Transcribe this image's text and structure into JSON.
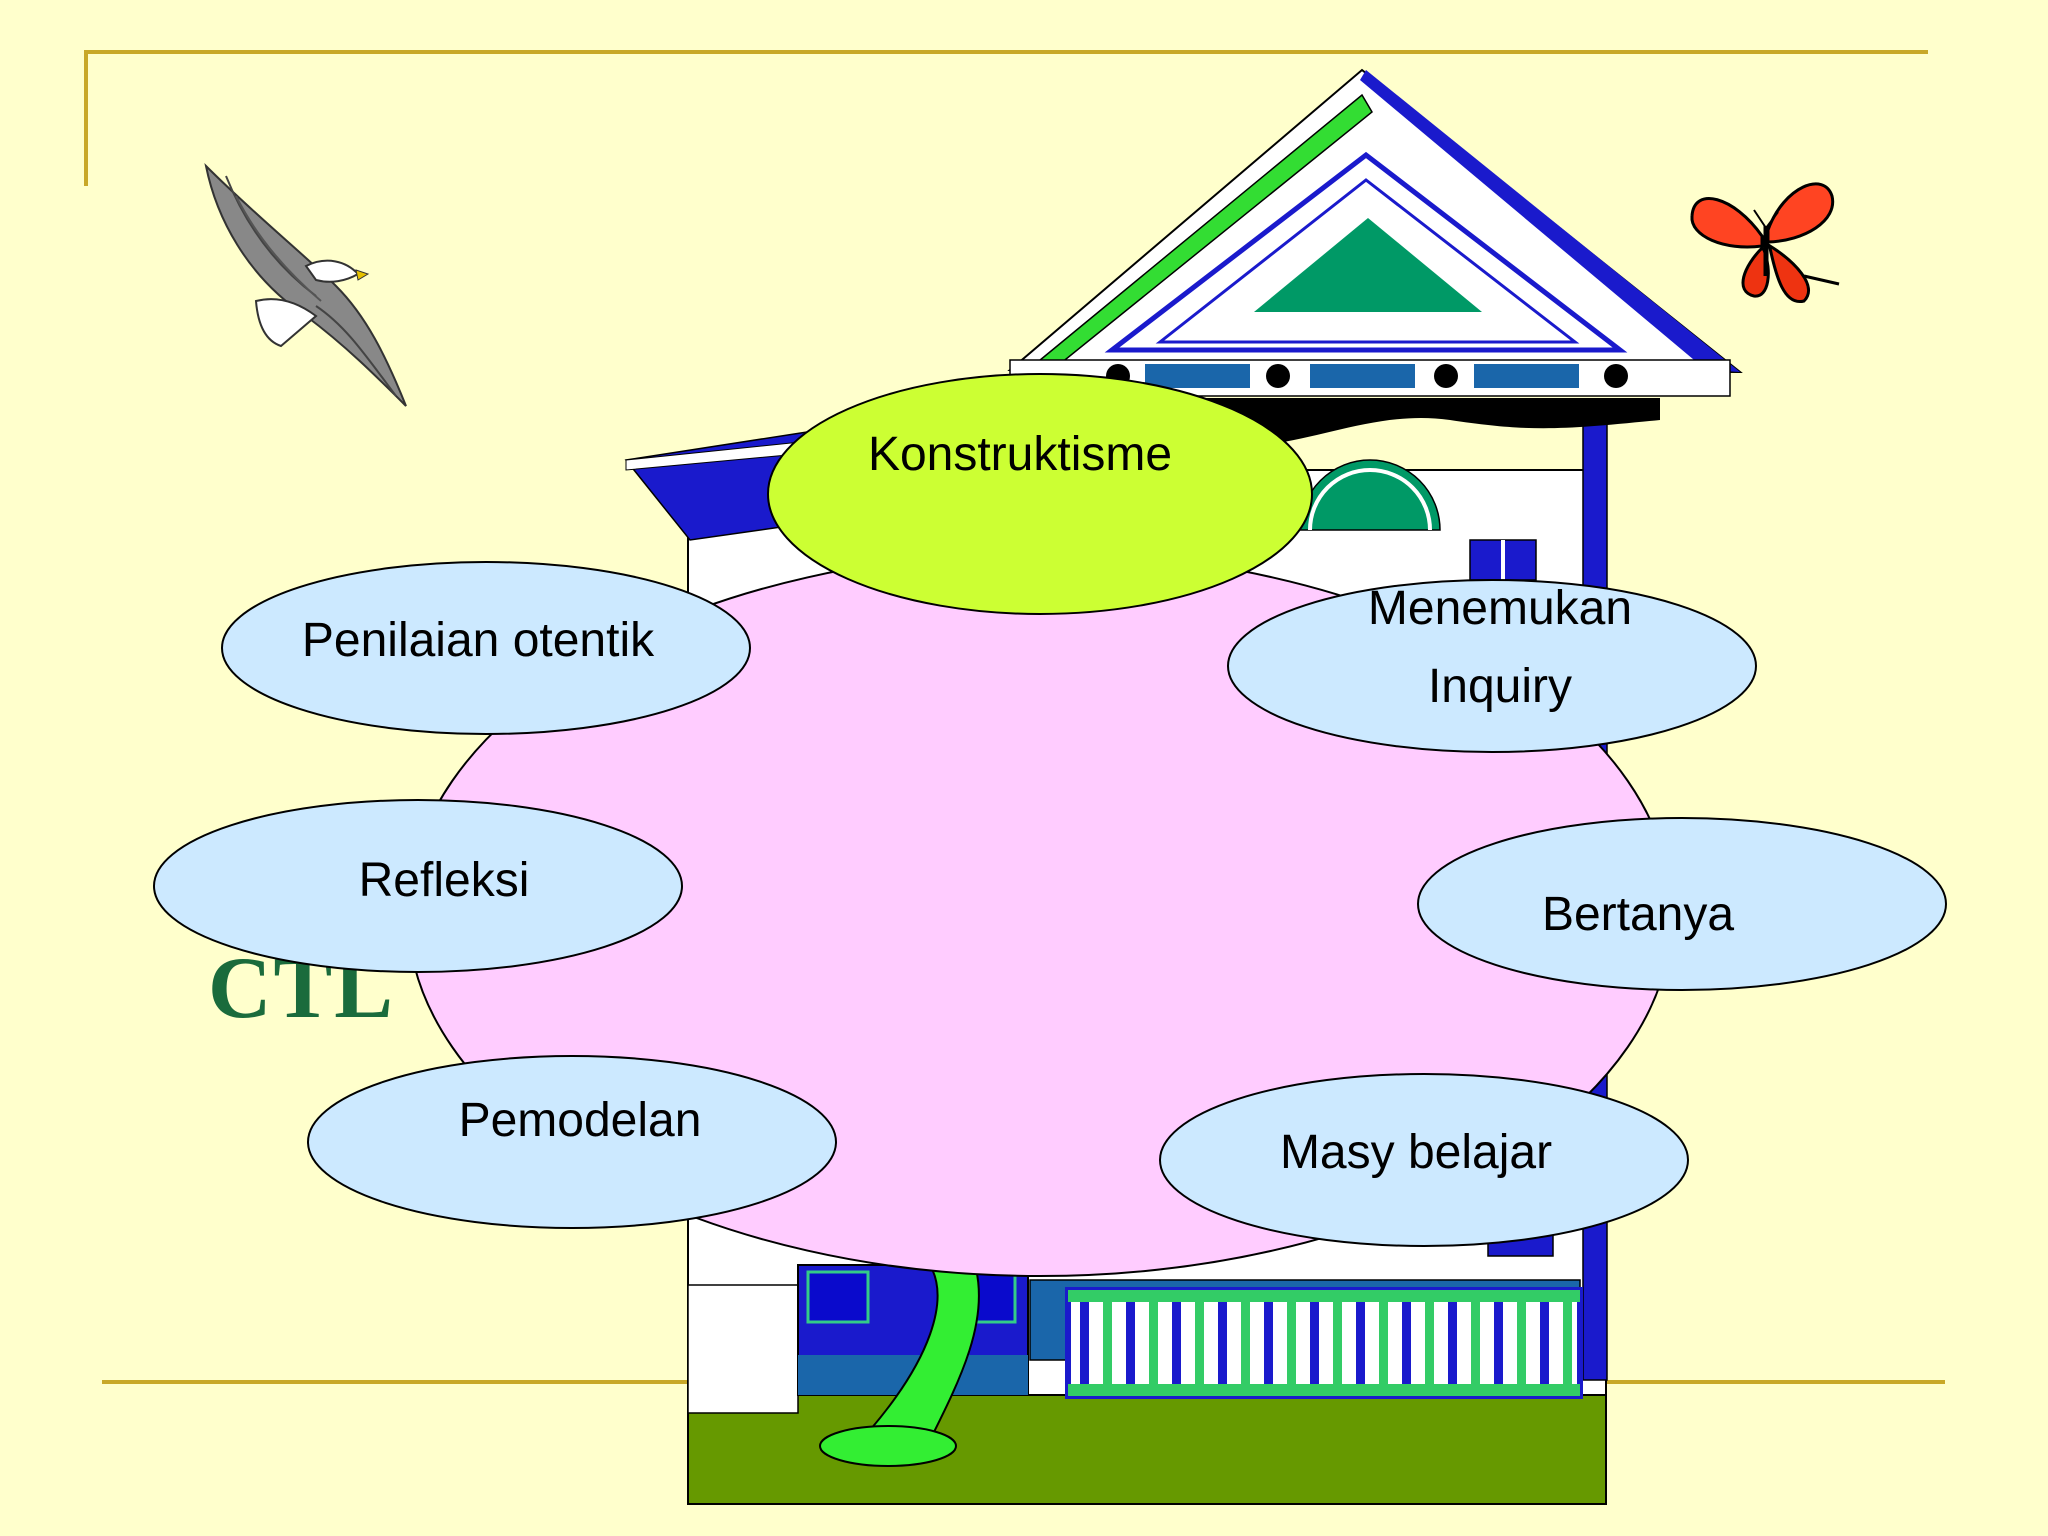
{
  "slide": {
    "title_fragment_1": "EN",
    "title_fragment_2": "CTL",
    "colors": {
      "background": "#ffffcc",
      "rule_line": "#c8a828",
      "title_green": "#1a6b3c",
      "center_blob": "#ffccff",
      "top_bubble": "#ccff33",
      "component_bubble": "#cce9ff",
      "house_blue": "#1a1acc",
      "house_green": "#009966"
    },
    "icons": [
      "eagle-icon",
      "butterfly-icon",
      "house-illustration",
      "tree-illustration"
    ]
  },
  "components": {
    "top": "Konstruktisme",
    "right_1_line_1": "Menemukan",
    "right_1_line_2": "Inquiry",
    "right_2": "Bertanya",
    "right_3": "Masy belajar",
    "left_1": "Penilaian otentik",
    "left_2": "Refleksi",
    "left_3": "Pemodelan"
  }
}
